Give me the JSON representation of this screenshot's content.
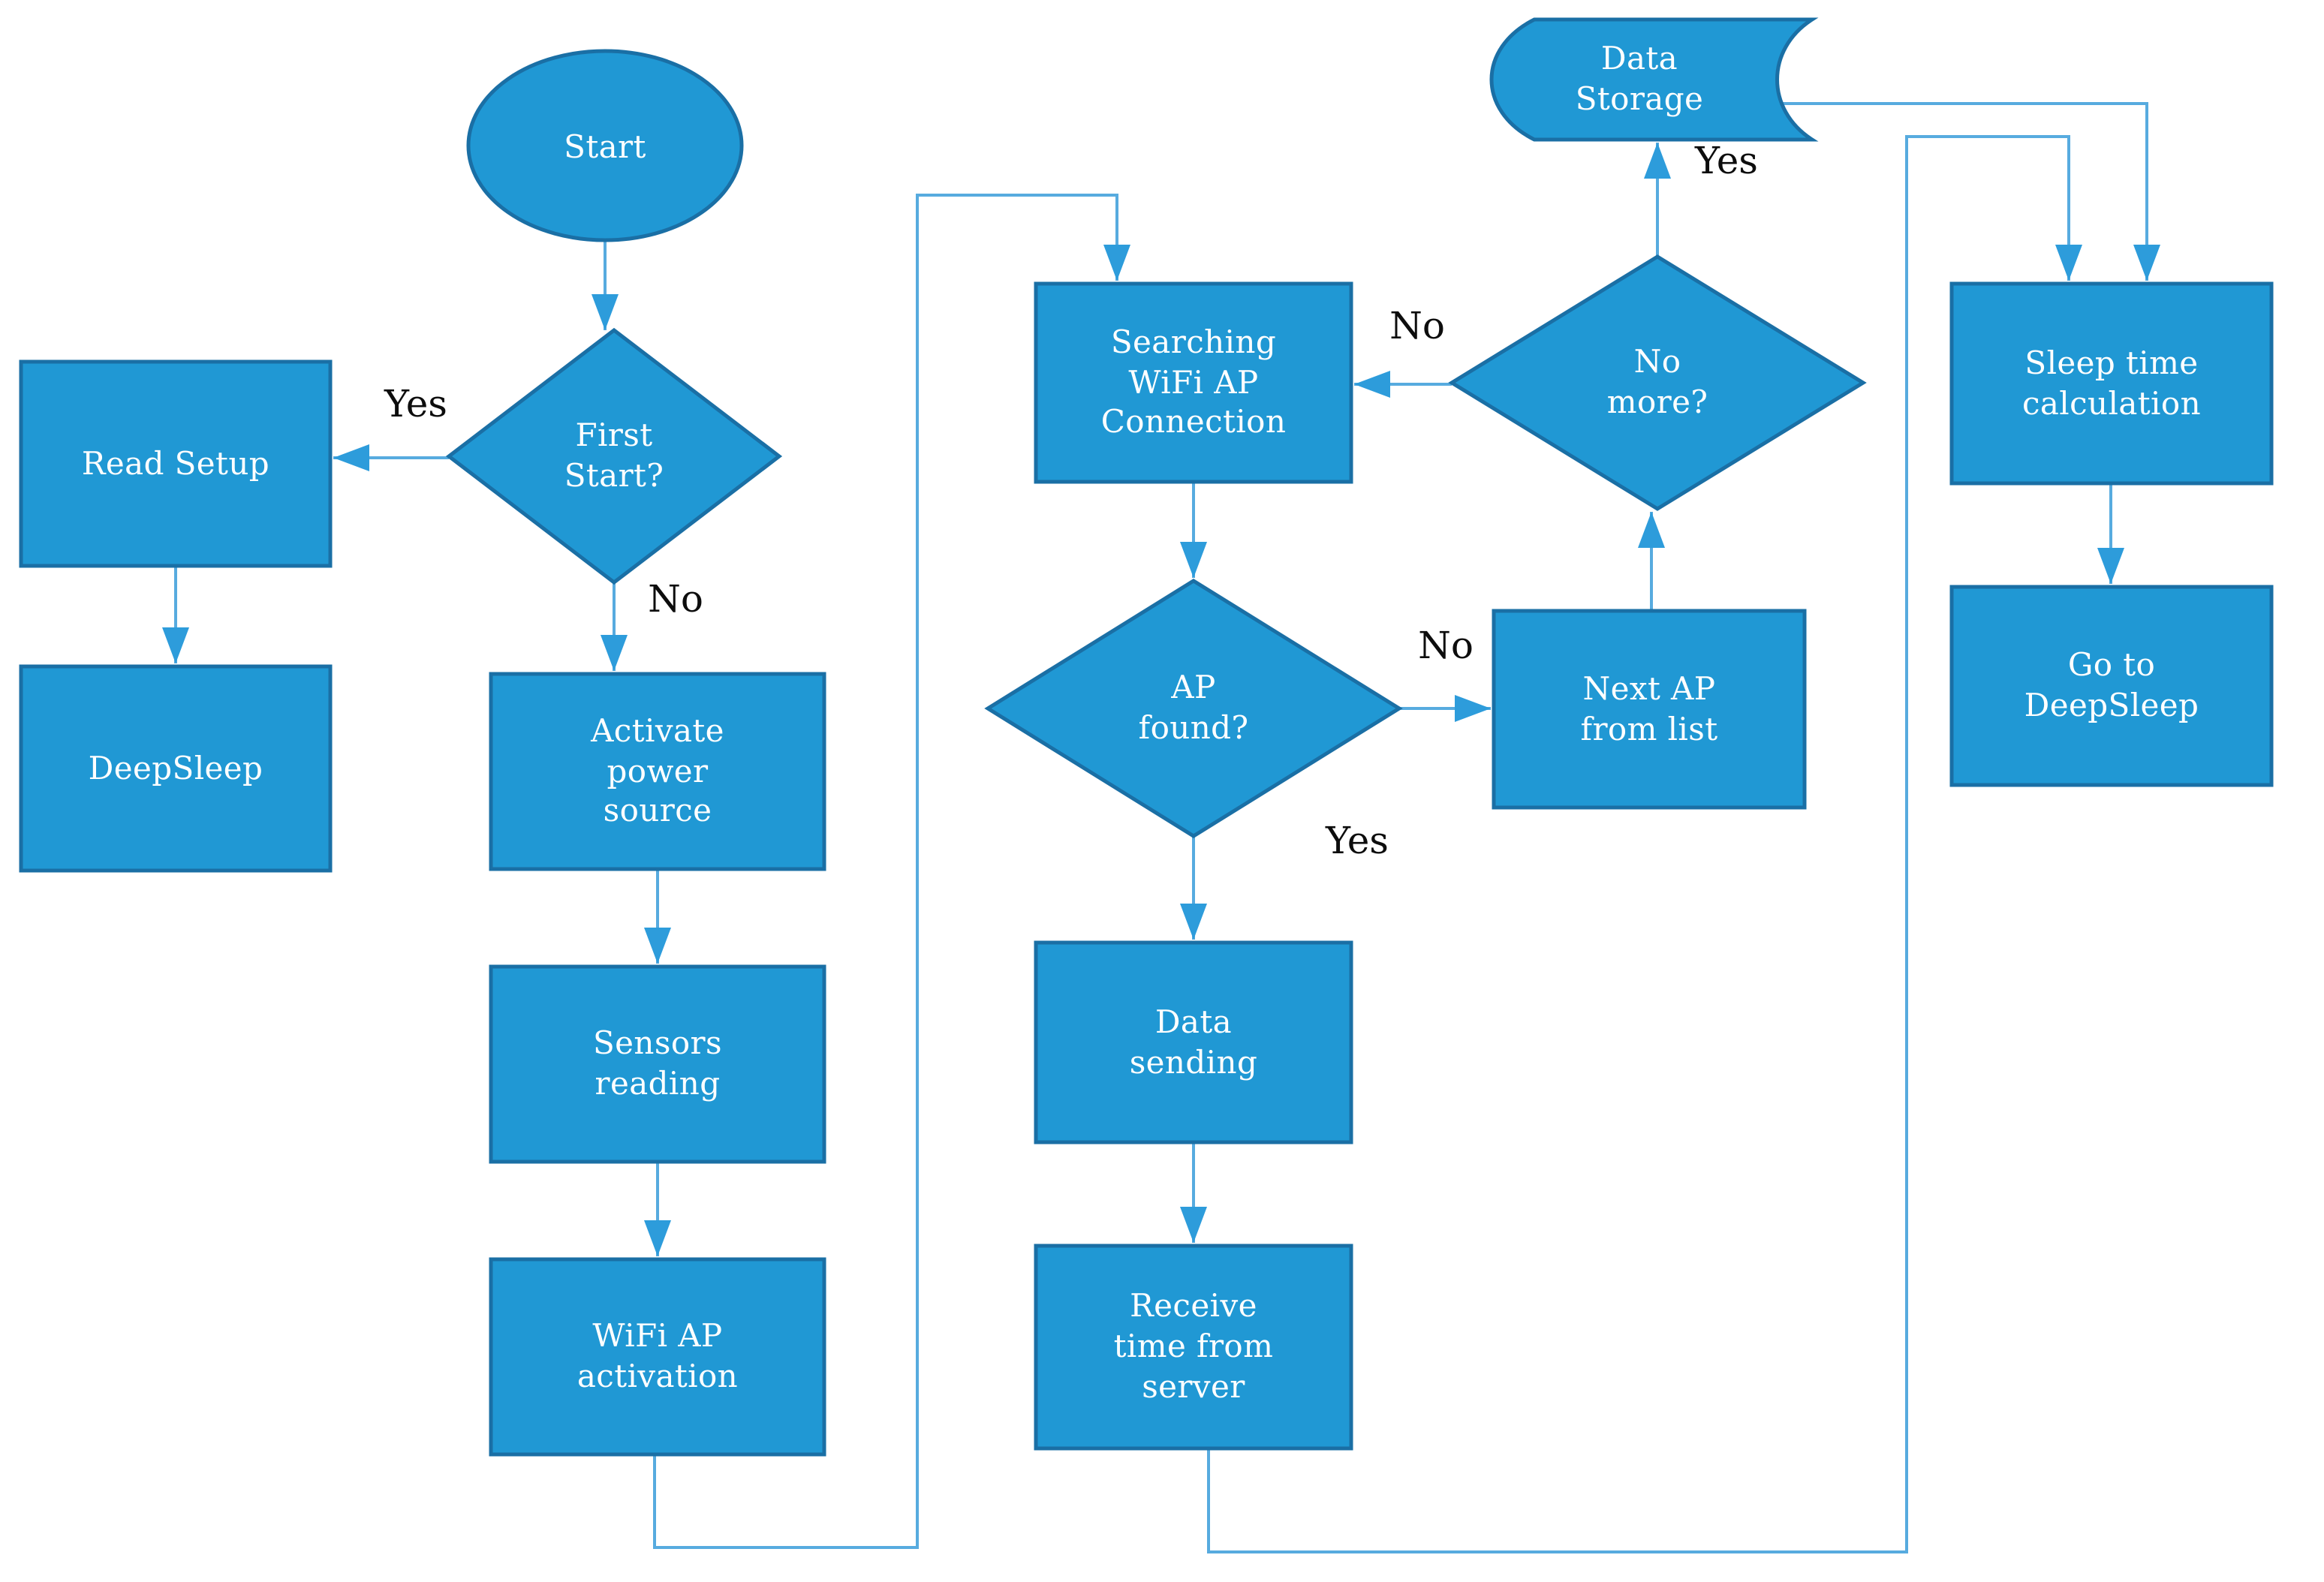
{
  "diagram": {
    "type": "flowchart",
    "nodes": {
      "start": {
        "label": "Start",
        "shape": "terminator"
      },
      "first_start": {
        "label": "First\nStart?",
        "shape": "decision"
      },
      "read_setup": {
        "label": "Read Setup",
        "shape": "process"
      },
      "deepsleep": {
        "label": "DeepSleep",
        "shape": "process"
      },
      "activate_power": {
        "label": "Activate\npower\nsource",
        "shape": "process"
      },
      "sensors_reading": {
        "label": "Sensors\nreading",
        "shape": "process"
      },
      "wifi_activation": {
        "label": "WiFi AP\nactivation",
        "shape": "process"
      },
      "searching": {
        "label": "Searching\nWiFi AP\nConnection",
        "shape": "process"
      },
      "ap_found": {
        "label": "AP\nfound?",
        "shape": "decision"
      },
      "next_ap": {
        "label": "Next AP\nfrom list",
        "shape": "process"
      },
      "no_more": {
        "label": "No\nmore?",
        "shape": "decision"
      },
      "data_storage": {
        "label": "Data\nStorage",
        "shape": "stored-data"
      },
      "data_sending": {
        "label": "Data\nsending",
        "shape": "process"
      },
      "receive_time": {
        "label": "Receive\ntime from\nserver",
        "shape": "process"
      },
      "sleep_calc": {
        "label": "Sleep time\ncalculation",
        "shape": "process"
      },
      "go_deepsleep": {
        "label": "Go to\nDeepSleep",
        "shape": "process"
      }
    },
    "edge_labels": {
      "first_start_yes": "Yes",
      "first_start_no": "No",
      "ap_found_no": "No",
      "ap_found_yes": "Yes",
      "no_more_no": "No",
      "no_more_yes": "Yes"
    },
    "colors": {
      "node_fill": "#2098d4",
      "node_border": "#1a6fa5",
      "connector": "#57abdf",
      "arrowhead": "#2d9cdb",
      "node_text": "#ffffff",
      "label_text": "#0d0d0d",
      "background": "#ffffff"
    }
  }
}
